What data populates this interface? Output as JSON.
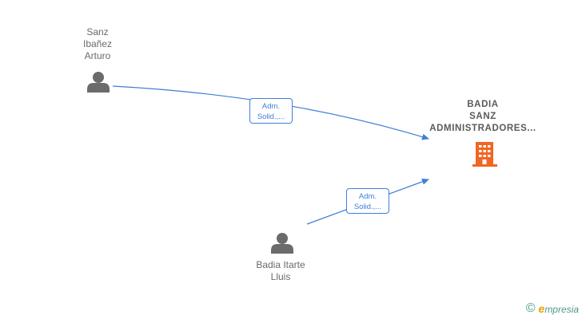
{
  "nodes": {
    "person1": {
      "name": "Sanz\nIbañez\nArturo",
      "icon": "person-icon"
    },
    "person2": {
      "name": "Badia Itarte\nLluis",
      "icon": "person-icon"
    },
    "company": {
      "name": "BADIA\nSANZ\nADMINISTRADORES...",
      "icon": "building-icon"
    }
  },
  "edges": [
    {
      "label": "Adm.\nSolid.,..."
    },
    {
      "label": "Adm.\nSolid.,..."
    }
  ],
  "colors": {
    "edge": "#3f7fd6",
    "person": "#6b6b6b",
    "company": "#f26522"
  },
  "brand": {
    "symbol": "©",
    "initial": "e",
    "rest": "mpresia"
  }
}
